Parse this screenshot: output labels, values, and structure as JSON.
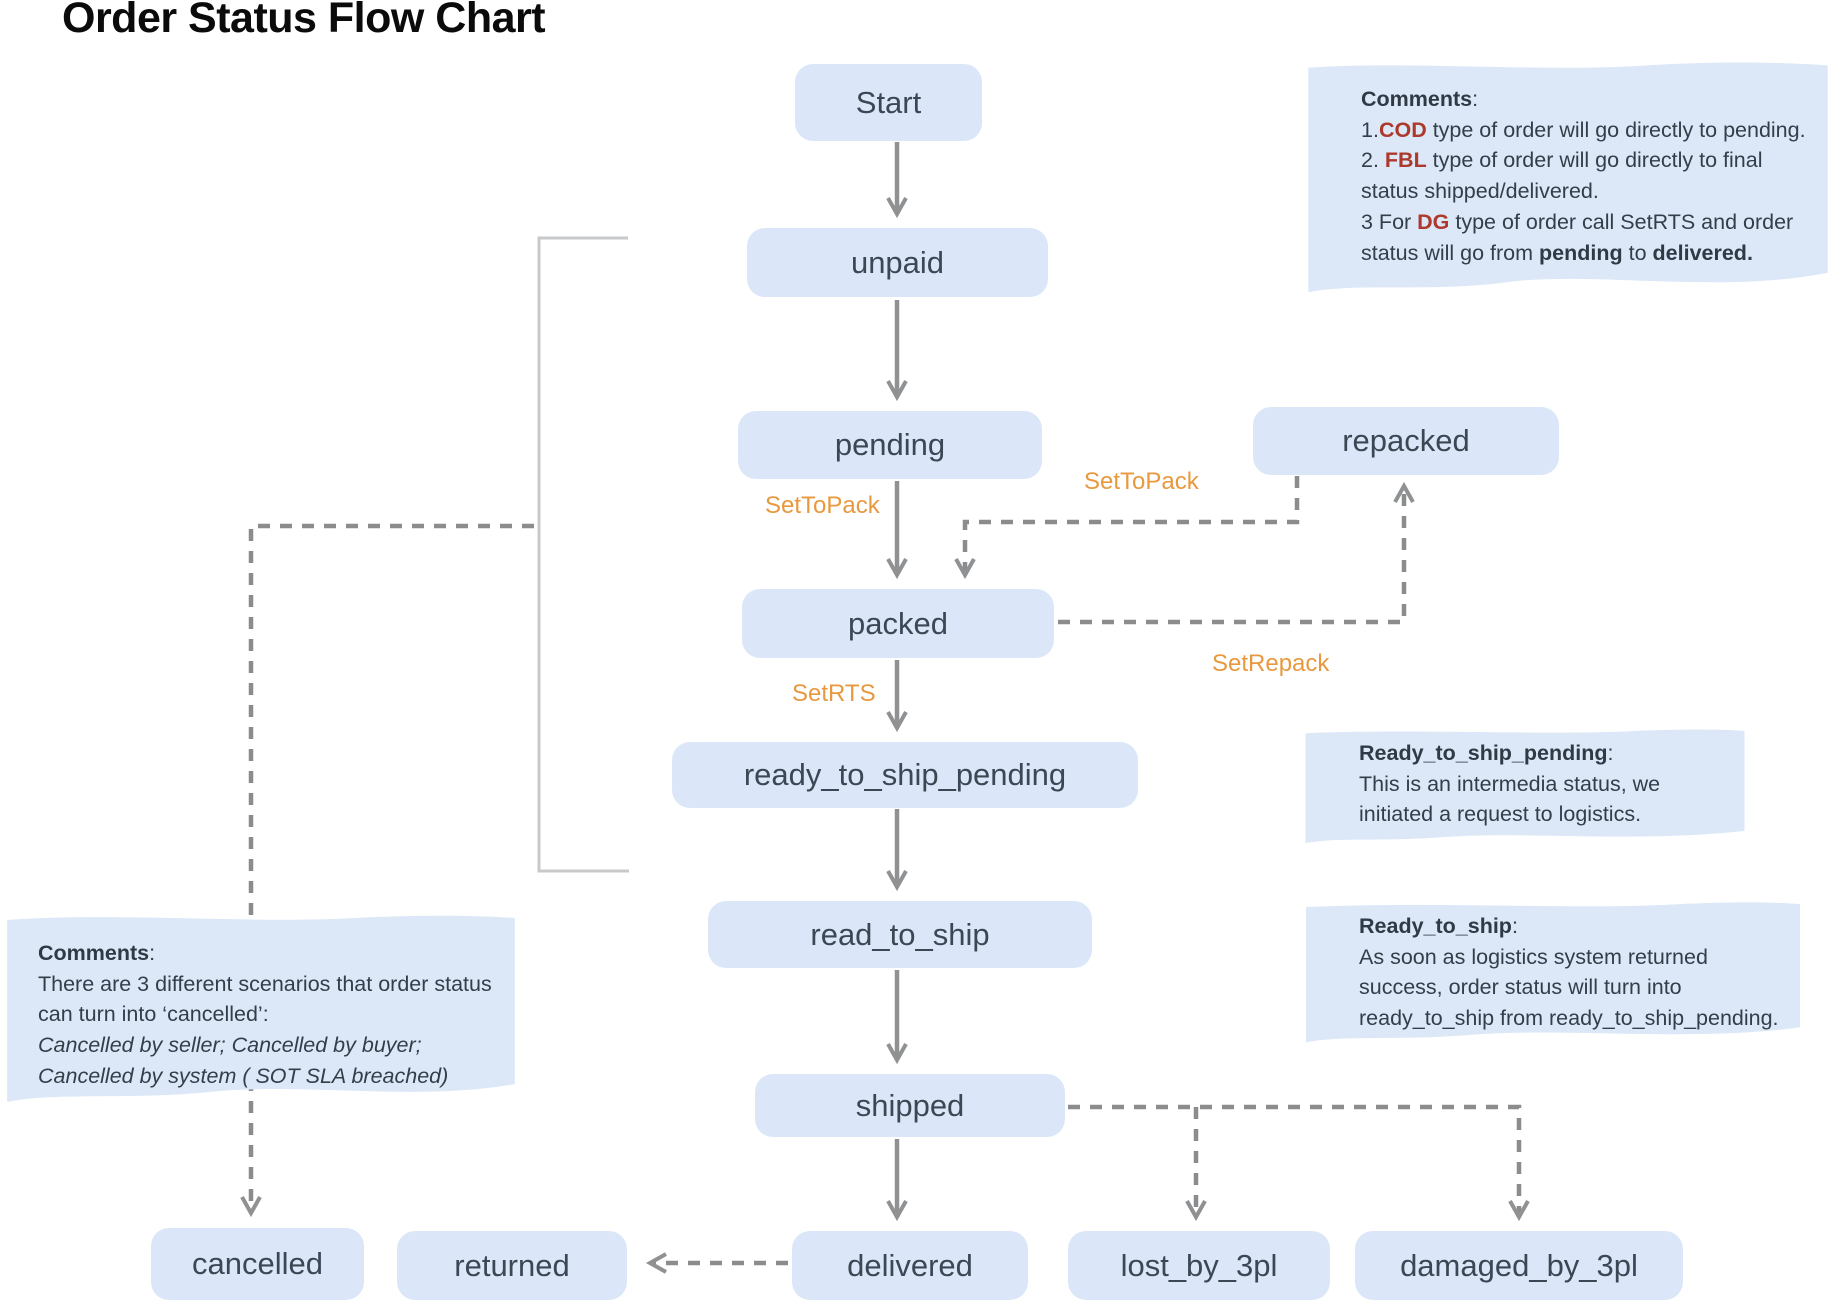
{
  "title": "Order Status Flow Chart",
  "nodes": {
    "start": {
      "label": "Start"
    },
    "unpaid": {
      "label": "unpaid"
    },
    "pending": {
      "label": "pending"
    },
    "repacked": {
      "label": "repacked"
    },
    "packed": {
      "label": "packed"
    },
    "ready_to_ship_pending": {
      "label": "ready_to_ship_pending"
    },
    "read_to_ship": {
      "label": "read_to_ship"
    },
    "shipped": {
      "label": "shipped"
    },
    "cancelled": {
      "label": "cancelled"
    },
    "returned": {
      "label": "returned"
    },
    "delivered": {
      "label": "delivered"
    },
    "lost_by_3pl": {
      "label": "lost_by_3pl"
    },
    "damaged_by_3pl": {
      "label": "damaged_by_3pl"
    }
  },
  "edge_labels": {
    "set_to_pack_main": "SetToPack",
    "set_rts": "SetRTS",
    "set_to_pack_repacked": "SetToPack",
    "set_repack": "SetRepack"
  },
  "notes": {
    "flow_comments": {
      "heading": "Comments",
      "colon": ":",
      "item1_num": "1.",
      "item1_key": "COD",
      "item1_text": " type of order will go directly to pending.",
      "item2_num": "2. ",
      "item2_key": "FBL",
      "item2_text": " type of order will go directly to final status shipped/delivered.",
      "item3_num": "3 For ",
      "item3_key": "DG",
      "item3_text": " type of order call SetRTS and order status will go from ",
      "item3_bold1": "pending",
      "item3_mid": " to ",
      "item3_bold2": "delivered."
    },
    "rtsp_note": {
      "heading": "Ready_to_ship_pending",
      "colon": ":",
      "body": "This is an intermedia status, we initiated a request to logistics."
    },
    "rts_note": {
      "heading": "Ready_to_ship",
      "colon": ":",
      "body": "As soon as logistics system returned success, order status will turn into ready_to_ship from ready_to_ship_pending."
    },
    "cancel_comments": {
      "heading": "Comments",
      "colon": ":",
      "body": "There are 3 different scenarios that order status can turn into ‘cancelled’:",
      "italic": "Cancelled by seller; Cancelled by buyer; Cancelled by system ( SOT SLA breached)"
    }
  },
  "colors": {
    "node_fill": "#dbe7f8",
    "note_fill": "#dce8f8",
    "node_text": "#3d4754",
    "edge_label": "#e8993f",
    "keyword_red": "#ac392b",
    "arrow_gray": "#8f9193",
    "bracket_gray": "#c7c9cb",
    "background": "#ffffff"
  }
}
